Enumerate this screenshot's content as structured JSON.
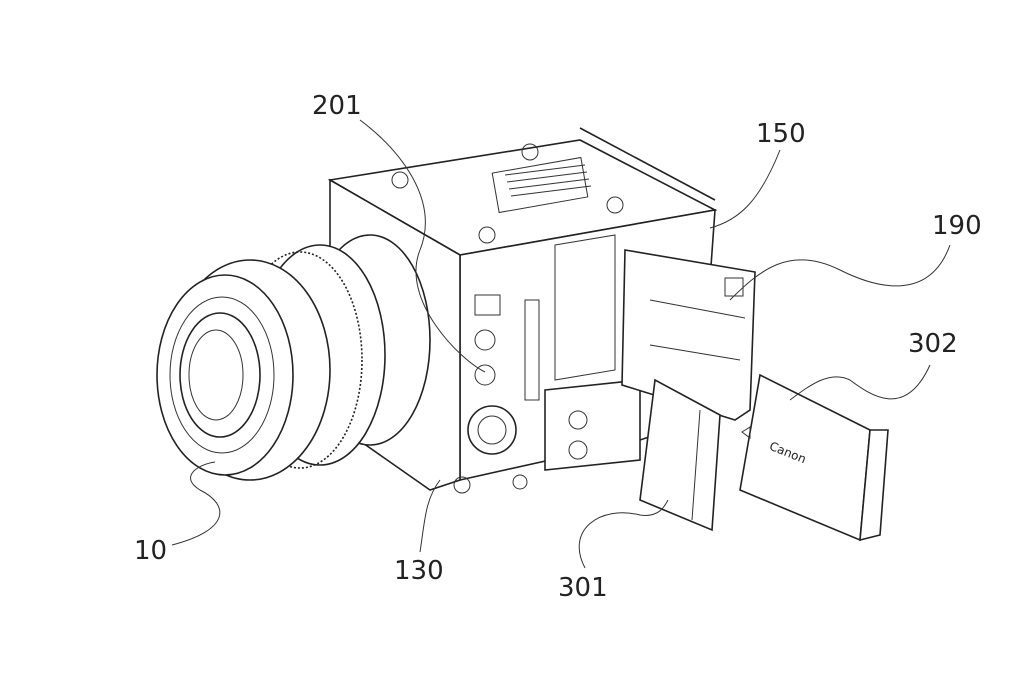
{
  "figure": {
    "labels": {
      "lens": "10",
      "knob": "130",
      "battery_compartment": "150",
      "door": "190",
      "terminal": "201",
      "card": "301",
      "battery": "302"
    },
    "battery_brand": "Canon"
  }
}
